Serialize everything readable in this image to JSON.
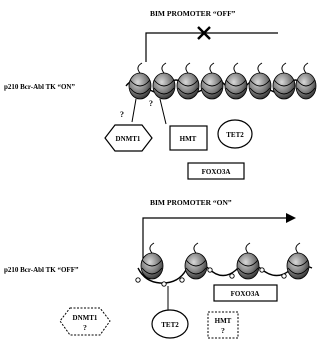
{
  "panel_top": {
    "promoter_label": "BIM PROMOTER “OFF”",
    "tk_label": "p210 Bcr-Abl TK “ON”",
    "factors": {
      "dnmt1": "DNMT1",
      "hmt": "HMT",
      "tet2": "TET2",
      "foxo3a": "FOXO3A"
    },
    "question_marks": [
      "?",
      "?"
    ]
  },
  "panel_bottom": {
    "promoter_label": "BIM PROMOTER “ON”",
    "tk_label": "p210 Bcr-Abl TK “OFF”",
    "factors": {
      "dnmt1": "DNMT1",
      "dnmt1_q": "?",
      "tet2": "TET2",
      "hmt": "HMT",
      "hmt_q": "?",
      "foxo3a": "FOXO3A"
    }
  },
  "colors": {
    "ink": "#000000",
    "paper": "#ffffff",
    "nucleosome_shade": "#7a7a7a"
  }
}
